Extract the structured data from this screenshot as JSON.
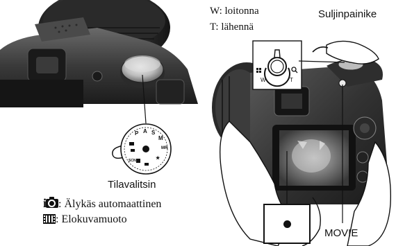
{
  "labels": {
    "zoom_w": "W: loitonna",
    "zoom_t": "T: lähennä",
    "shutter": "Suljinpainike",
    "mode_dial": "Tilavalitsin",
    "auto_mode_text": ": Älykäs automaattinen",
    "movie_mode_text": ": Elokuvamuoto",
    "movie_button": "MOVIE",
    "lever_w": "W",
    "lever_t": "T",
    "auto_icon_letter": "i"
  },
  "dial_marks": [
    "P",
    "A",
    "S",
    "M",
    "MR",
    "SCN",
    "★"
  ],
  "icons": [
    "camera-icon",
    "film-icon",
    "record-dot-icon",
    "zoom-out-icon",
    "zoom-in-icon"
  ]
}
